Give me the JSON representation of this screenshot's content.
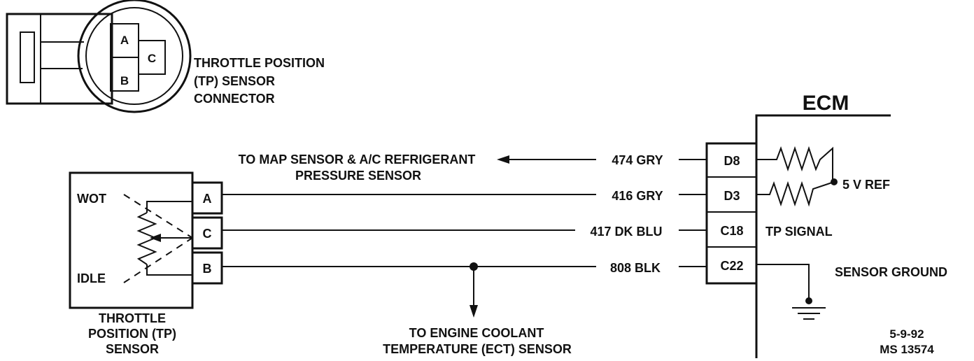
{
  "connector_title": [
    "THROTTLE POSITION",
    "(TP) SENSOR",
    "CONNECTOR"
  ],
  "connector_pins": {
    "a": "A",
    "b": "B",
    "c": "C"
  },
  "ecm_label": "ECM",
  "sensor": {
    "wot": "WOT",
    "idle": "IDLE",
    "pins": {
      "a": "A",
      "c": "C",
      "b": "B"
    },
    "caption": [
      "THROTTLE",
      "POSITION (TP)",
      "SENSOR"
    ]
  },
  "wires": {
    "d8": "474 GRY",
    "d3": "416 GRY",
    "c18": "417 DK BLU",
    "c22": "808 BLK"
  },
  "ecm_pins": {
    "d8": "D8",
    "d3": "D3",
    "c18": "C18",
    "c22": "C22"
  },
  "ecm_labels": {
    "ref": "5 V REF",
    "tp_signal": "TP  SIGNAL",
    "ground": "SENSOR GROUND"
  },
  "map_sensor": [
    "TO MAP SENSOR & A/C REFRIGERANT",
    "PRESSURE SENSOR"
  ],
  "ect_sensor": [
    "TO ENGINE COOLANT",
    "TEMPERATURE (ECT) SENSOR"
  ],
  "footer": [
    "5-9-92",
    "MS 13574"
  ]
}
